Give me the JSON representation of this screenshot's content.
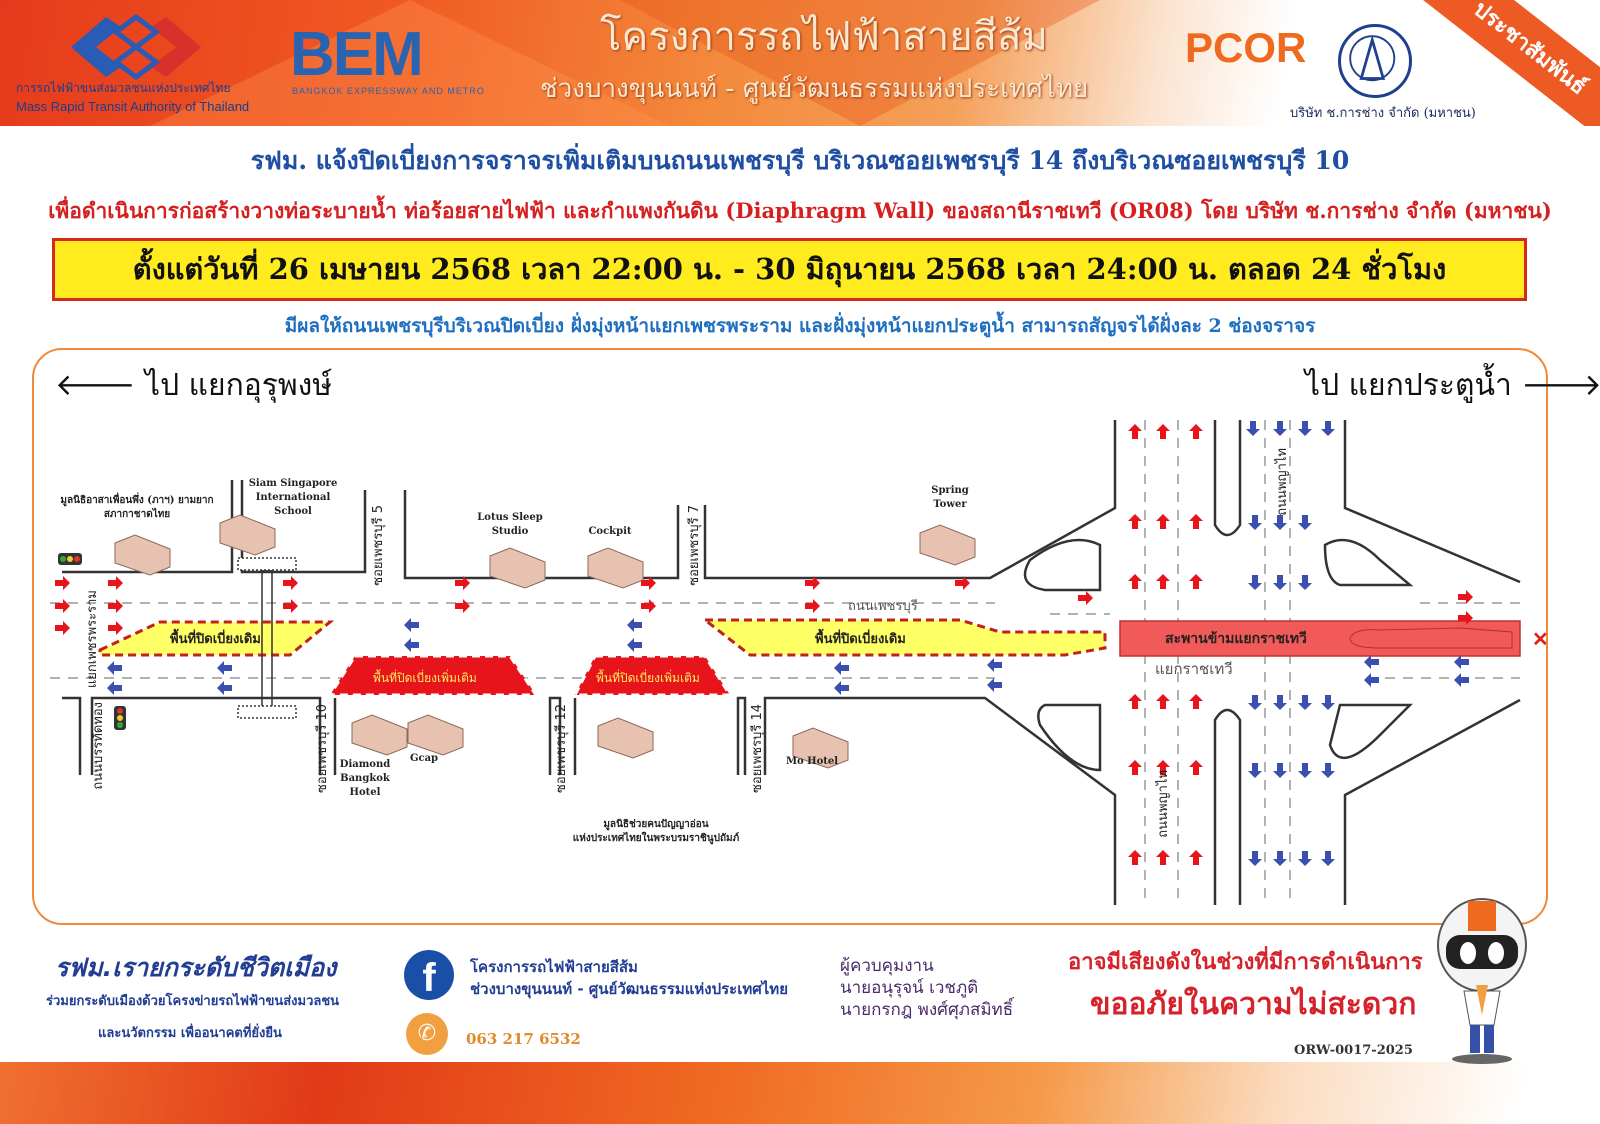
{
  "header": {
    "mrta_th": "การรถไฟฟ้าขนส่งมวลชนแห่งประเทศไทย",
    "mrta_en": "Mass Rapid Transit Authority of Thailand",
    "bem_logo": "BEM",
    "bem_sub": "BANGKOK EXPRESSWAY AND METRO",
    "project_line1": "โครงการรถไฟฟ้าสายสีส้ม",
    "project_line2": "ช่วงบางขุนนนท์ - ศูนย์วัฒนธรรมแห่งประเทศไทย",
    "pcor_logo": "PCOR",
    "contractor": "บริษัท ช.การช่าง จำกัด (มหาชน)",
    "banner": "ประชาสัมพันธ์"
  },
  "notice": {
    "title": "รฟม. แจ้งปิดเบี่ยงการจราจรเพิ่มเติมบนถนนเพชรบุรี บริเวณซอยเพชรบุรี 14  ถึงบริเวณซอยเพชรบุรี 10",
    "purpose": "เพื่อดำเนินการก่อสร้างวางท่อระบายน้ำ ท่อร้อยสายไฟฟ้า และกำแพงกันดิน (Diaphragm Wall) ของสถานีราชเทวี (OR08)  โดย บริษัท ช.การช่าง จำกัด (มหาชน)",
    "period": "ตั้งแต่วันที่ 26 เมษายน 2568 เวลา 22:00 น. - 30 มิถุนายน 2568  เวลา 24:00 น. ตลอด 24 ชั่วโมง",
    "effect": "มีผลให้ถนนเพชรบุรีบริเวณปิดเบี่ยง  ฝั่งมุ่งหน้าแยกเพชรพระราม  และฝั่งมุ่งหน้าแยกประตูน้ำ  สามารถสัญจรได้ฝั่งละ  2  ช่องจราจร"
  },
  "map": {
    "to_left": "ไป แยกอุรุพงษ์",
    "to_right": "ไป แยกประตูน้ำ",
    "colors": {
      "existing_closure": "#ffff66",
      "additional_closure": "#e8141c",
      "bridge": "#f25a5a",
      "traffic_out": "#e8141c",
      "traffic_in": "#3b4fb0"
    },
    "places": {
      "foundation": "มูลนิธิอาสาเพื่อนพึ่ง (ภาฯ) ยามยาก สภากาชาดไทย",
      "school_1": "Siam Singapore",
      "school_2": "International School",
      "lotus_1": "Lotus Sleep",
      "lotus_2": "Studio",
      "cockpit": "Cockpit",
      "spring_1": "Spring",
      "spring_2": "Tower",
      "diamond_1": "Diamond",
      "diamond_2": "Bangkok",
      "diamond_3": "Hotel",
      "gcap": "Gcap",
      "mo_hotel": "Mo Hotel",
      "foundation2_1": "มูลนิธิช่วยคนปัญญาอ่อน",
      "foundation2_2": "แห่งประเทศไทยในพระบรมราชินูปถัมภ์"
    },
    "roads": {
      "soi5": "ซอยเพชรบุรี 5",
      "soi7": "ซอยเพชรบุรี 7",
      "soi10": "ซอยเพชรบุรี 10",
      "soi12": "ซอยเพชรบุรี 12",
      "soi14": "ซอยเพชรบุรี 14",
      "phetchaburi": "ถนนเพชรบุรี",
      "petchphraram": "แยกเพชรพระราม",
      "borraphat": "ถนนบรรทัดทอง",
      "phayathai_n": "ถนนพญาไท",
      "phayathai_s": "ถนนพญาไท",
      "ratchathewi": "แยกราชเทวี"
    },
    "zones": {
      "existing": "พื้นที่ปิดเบี่ยงเดิม",
      "additional": "พื้นที่ปิดเบี่ยงเพิ่มเติม",
      "bridge": "สะพานข้ามแยกราชเทวี"
    }
  },
  "footer": {
    "slogan": "รฟม.เรายกระดับชีวิตเมือง",
    "slogan_sub1": "ร่วมยกระดับเมืองด้วยโครงข่ายรถไฟฟ้าขนส่งมวลชน",
    "slogan_sub2": "และนวัตกรรม เพื่ออนาคตที่ยั่งยืน",
    "facebook_line1": "โครงการรถไฟฟ้าสายสีส้ม",
    "facebook_line2": "ช่วงบางขุนนนท์ - ศูนย์วัฒนธรรมแห่งประเทศไทย",
    "phone": "063 217 6532",
    "supervisor_title": "ผู้ควบคุมงาน",
    "supervisor_1": "นายอนุรุจน์ เวชภูติ",
    "supervisor_2": "นายกรกฎ พงศ์ศุภสมิทธิ์",
    "warning": "อาจมีเสียงดังในช่วงที่มีการดำเนินการ",
    "apology": "ขออภัยในความไม่สะดวก",
    "doc_code": "ORW-0017-2025"
  }
}
